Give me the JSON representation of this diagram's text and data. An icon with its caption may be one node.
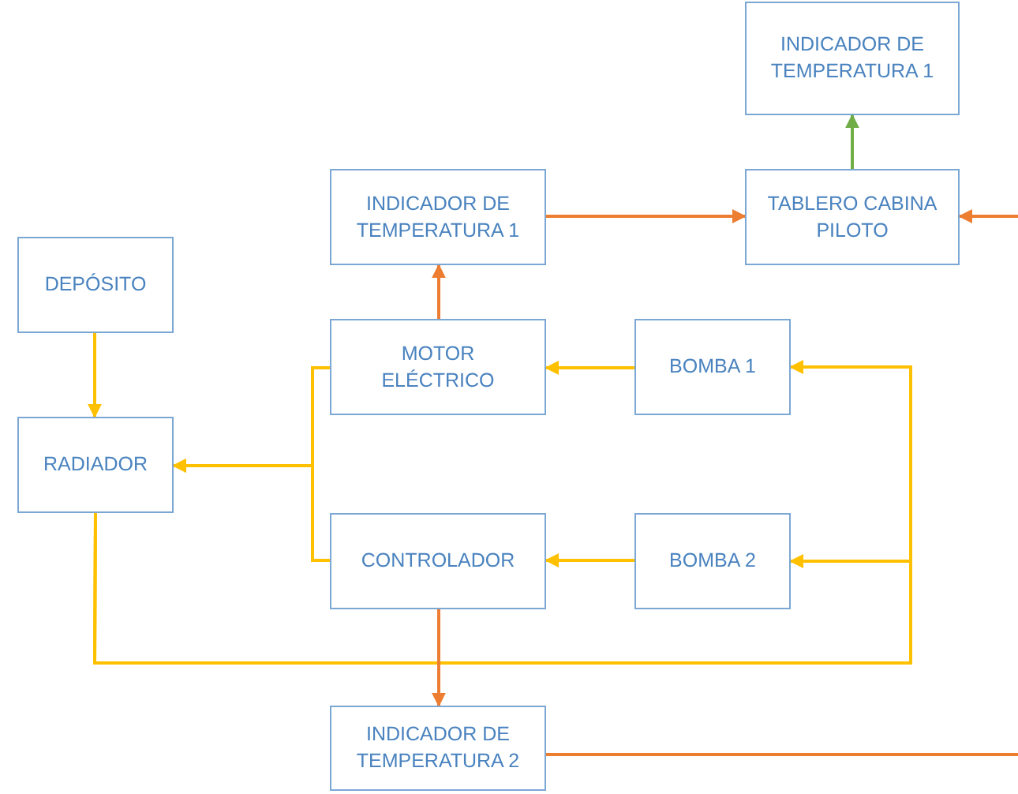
{
  "diagram": {
    "nodes": [
      {
        "text": [
          "INDICADOR DE TEMPERATURA 1"
        ]
      },
      {
        "text": [
          "INDICADOR DE TEMPERATURA 1"
        ]
      },
      {
        "text": [
          "TABLERO CABINA PILOTO"
        ]
      },
      {
        "text": [
          "DEPÓSITO"
        ]
      },
      {
        "text": [
          "MOTOR ELÉCTRICO"
        ]
      },
      {
        "text": [
          "BOMBA 1"
        ]
      },
      {
        "text": [
          "RADIADOR"
        ]
      },
      {
        "text": [
          "CONTROLADOR"
        ]
      },
      {
        "text": [
          "BOMBA 2"
        ]
      },
      {
        "text": [
          "INDICADOR DE TEMPERATURA 2"
        ]
      }
    ],
    "edges": [
      {
        "from": 3,
        "to": 6,
        "arrow": "to"
      },
      {
        "from": 4,
        "to": 6,
        "arrow": "to"
      },
      {
        "from": 7,
        "to": 6,
        "arrow": "to"
      },
      {
        "from": 5,
        "to": 4,
        "arrow": "to"
      },
      {
        "from": 8,
        "to": 7,
        "arrow": "to"
      },
      {
        "from": 6,
        "to": 5,
        "arrow": "to"
      },
      {
        "from": 6,
        "to": 8,
        "arrow": "to"
      },
      {
        "from": 4,
        "to": 1,
        "arrow": "to",
        "color": "#ed7d31"
      },
      {
        "from": 1,
        "to": 2,
        "arrow": "to",
        "color": "#ed7d31"
      },
      {
        "from": 2,
        "to": 0,
        "arrow": "to",
        "color": "#70ad47"
      },
      {
        "from": null,
        "to": 2,
        "arrow": "to",
        "color": "#ed7d31"
      },
      {
        "from": 7,
        "to": 9,
        "arrow": "to",
        "color": "#ed7d31"
      },
      {
        "from": 9,
        "to": null,
        "arrow": "none",
        "color": "#ed7d31"
      }
    ]
  }
}
